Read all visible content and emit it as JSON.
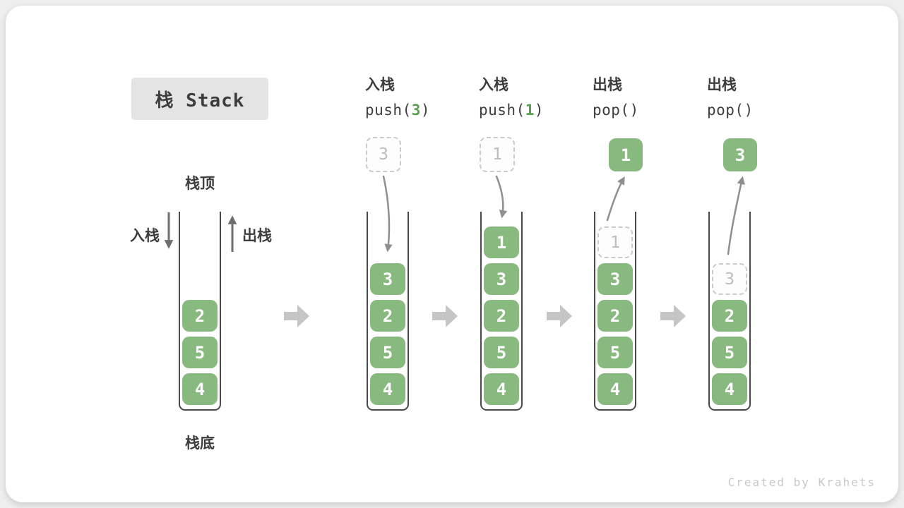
{
  "title": {
    "text": "栈 Stack"
  },
  "labels": {
    "stack_top": "栈顶",
    "stack_bottom": "栈底",
    "push_arrow": "入栈",
    "pop_arrow": "出栈"
  },
  "watermark": "Created by Krahets",
  "colors": {
    "green": "#88b97e",
    "code_green": "#5aa050",
    "block_arrow": "#c5c5c5",
    "curved_arrow": "#8f8f8f",
    "straight_arrow": "#6e6e6e",
    "wall": "#4a4a4a",
    "text_dark": "#3d3d3d",
    "dashed_border": "#cbcbcb",
    "dashed_text": "#bdbdbd",
    "title_bg": "#e4e4e4",
    "watermark": "#c8c8c8"
  },
  "columns": [
    {
      "name": "initial-stack",
      "header": null,
      "floating": null,
      "operation": null,
      "slots": [
        {
          "value": "2",
          "style": "solid"
        },
        {
          "value": "5",
          "style": "solid"
        },
        {
          "value": "4",
          "style": "solid"
        }
      ]
    },
    {
      "name": "after-push-3",
      "header": {
        "line1": "入栈",
        "code": [
          {
            "text": "push(",
            "green": false
          },
          {
            "text": "3",
            "green": true
          },
          {
            "text": ")",
            "green": false
          }
        ]
      },
      "floating": {
        "value": "3",
        "style": "dashed"
      },
      "operation": "push",
      "slots": [
        {
          "value": "3",
          "style": "solid"
        },
        {
          "value": "2",
          "style": "solid"
        },
        {
          "value": "5",
          "style": "solid"
        },
        {
          "value": "4",
          "style": "solid"
        }
      ]
    },
    {
      "name": "after-push-1",
      "header": {
        "line1": "入栈",
        "code": [
          {
            "text": "push(",
            "green": false
          },
          {
            "text": "1",
            "green": true
          },
          {
            "text": ")",
            "green": false
          }
        ]
      },
      "floating": {
        "value": "1",
        "style": "dashed"
      },
      "operation": "push",
      "slots": [
        {
          "value": "1",
          "style": "solid"
        },
        {
          "value": "3",
          "style": "solid"
        },
        {
          "value": "2",
          "style": "solid"
        },
        {
          "value": "5",
          "style": "solid"
        },
        {
          "value": "4",
          "style": "solid"
        }
      ]
    },
    {
      "name": "after-pop-1",
      "header": {
        "line1": "出栈",
        "code": [
          {
            "text": "pop()",
            "green": false
          }
        ]
      },
      "floating": {
        "value": "1",
        "style": "solid"
      },
      "operation": "pop",
      "slots": [
        {
          "value": "1",
          "style": "dashed"
        },
        {
          "value": "3",
          "style": "solid"
        },
        {
          "value": "2",
          "style": "solid"
        },
        {
          "value": "5",
          "style": "solid"
        },
        {
          "value": "4",
          "style": "solid"
        }
      ]
    },
    {
      "name": "after-pop-3",
      "header": {
        "line1": "出栈",
        "code": [
          {
            "text": "pop()",
            "green": false
          }
        ]
      },
      "floating": {
        "value": "3",
        "style": "solid"
      },
      "operation": "pop",
      "slots": [
        {
          "value": "3",
          "style": "dashed"
        },
        {
          "value": "2",
          "style": "solid"
        },
        {
          "value": "5",
          "style": "solid"
        },
        {
          "value": "4",
          "style": "solid"
        }
      ]
    }
  ]
}
